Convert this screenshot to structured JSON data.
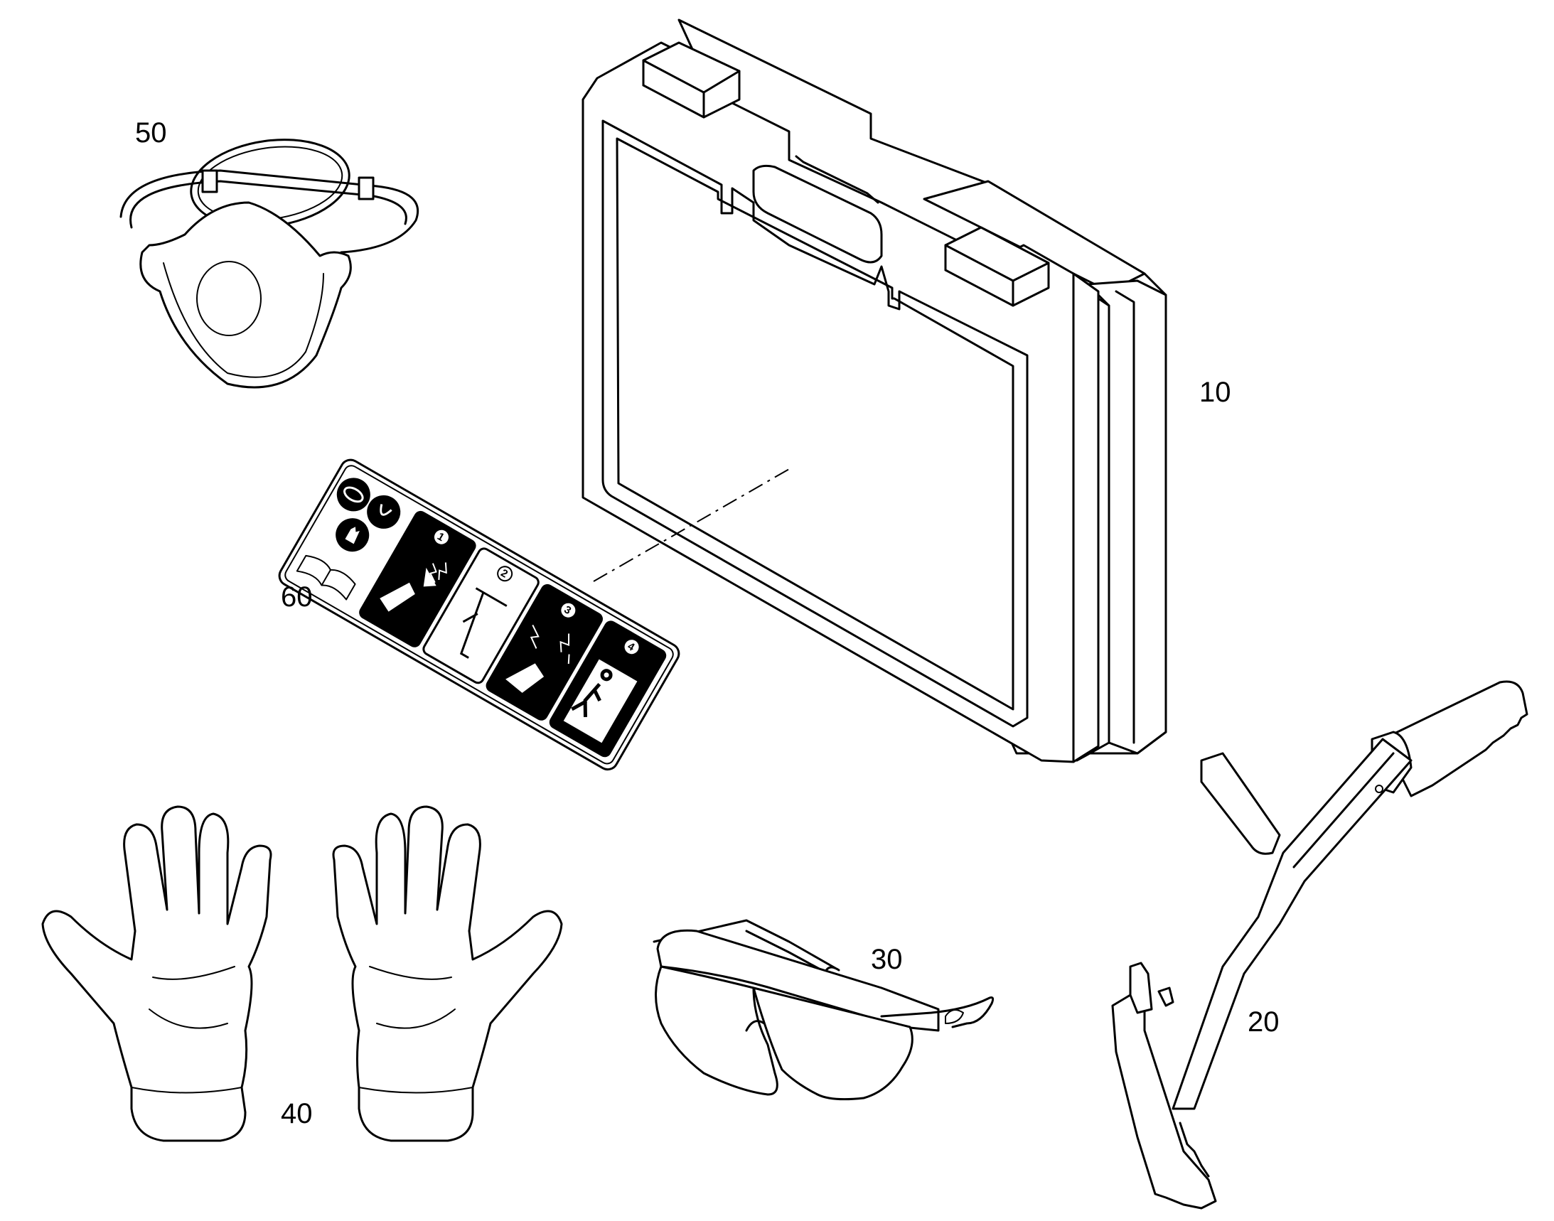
{
  "figure": {
    "components": [
      {
        "ref": "10",
        "name": "carrying case",
        "icon": "case-icon"
      },
      {
        "ref": "20",
        "name": "rescue tool",
        "icon": "tool-icon"
      },
      {
        "ref": "30",
        "name": "safety glasses",
        "icon": "glasses-icon"
      },
      {
        "ref": "40",
        "name": "gloves",
        "icon": "gloves-icon"
      },
      {
        "ref": "50",
        "name": "dust mask",
        "icon": "mask-icon"
      },
      {
        "ref": "60",
        "name": "instruction label",
        "icon": "label-icon"
      }
    ],
    "label_steps": [
      "1",
      "2",
      "3",
      "4"
    ]
  }
}
